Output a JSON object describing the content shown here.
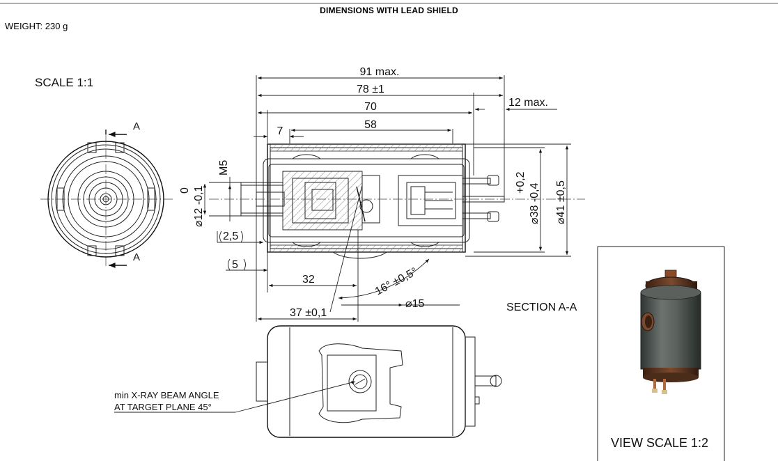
{
  "header": {
    "title": "DIMENSIONS WITH LEAD SHIELD",
    "weight": "WEIGHT: 230 g"
  },
  "drawing": {
    "scale_label": "SCALE 1:1",
    "section_marker": "A",
    "section_label": "SECTION A-A",
    "view_scale_label": "VIEW SCALE 1:2",
    "note_line1": "min X-RAY BEAM ANGLE",
    "note_line2": "AT TARGET PLANE 45°",
    "dims": {
      "overall_max": "91 max.",
      "length_tol": "78 ±1",
      "length_70": "70",
      "length_58": "58",
      "offset_7": "7",
      "pin_max": "12 max.",
      "thread": "M5",
      "dia_12_tol_top": "0",
      "dia_12": "⌀12 -0,1",
      "dia_38_tol_top": "+0,2",
      "dia_38": "⌀38 -0,4",
      "dia_41": "⌀41 ±0,5",
      "ref_2_5": "2,5",
      "ref_5": "5",
      "len_32": "32",
      "len_37": "37 ±0,1",
      "angle": "16° ±0,5°",
      "dia_15": "⌀15"
    }
  }
}
